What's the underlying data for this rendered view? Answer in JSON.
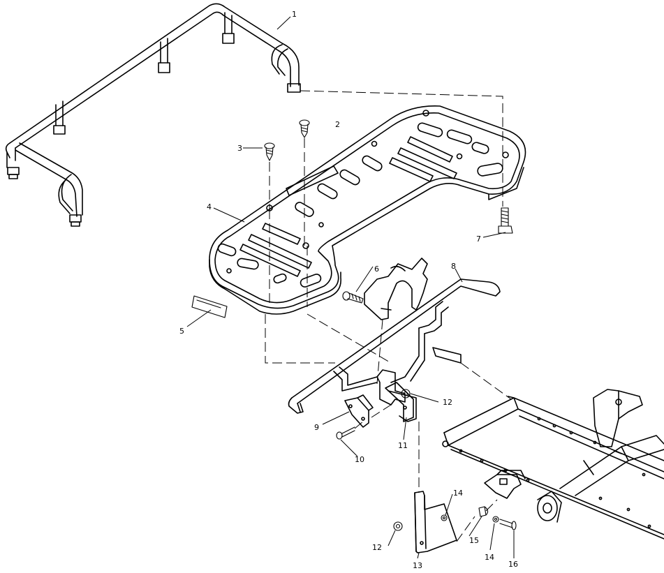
{
  "callouts": {
    "c1": "1",
    "c2": "2",
    "c3": "3",
    "c4": "4",
    "c5": "5",
    "c6": "6",
    "c7": "7",
    "c8": "8",
    "c9": "9",
    "c10": "10",
    "c11": "11",
    "c12a": "12",
    "c12b": "12",
    "c13": "13",
    "c14a": "14",
    "c14b": "14",
    "c15": "15",
    "c16": "16"
  }
}
